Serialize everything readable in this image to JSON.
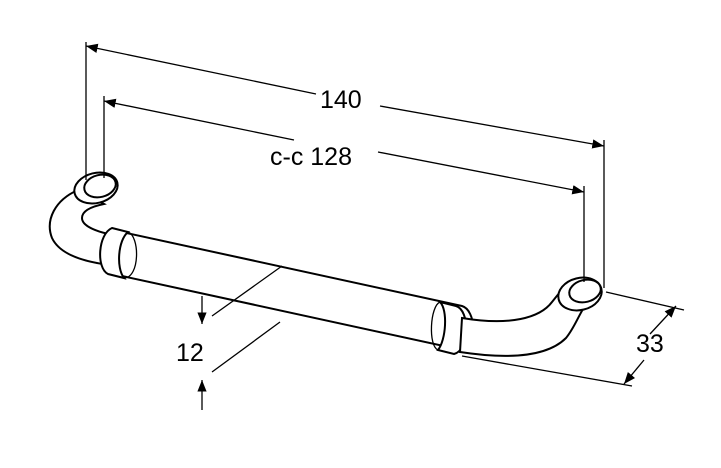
{
  "dimensions": {
    "overall_length": "140",
    "center_to_center": "c-c 128",
    "bar_diameter": "12",
    "projection": "33"
  }
}
